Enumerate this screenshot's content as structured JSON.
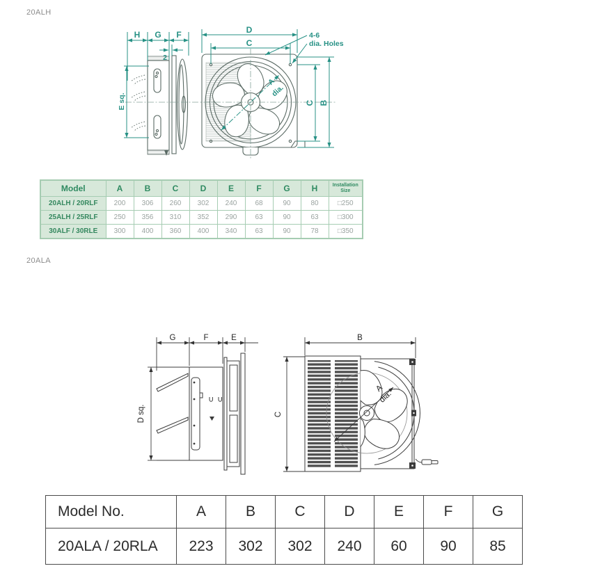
{
  "labels": {
    "section1": "20ALH",
    "section2": "20ALA"
  },
  "colors": {
    "dim_teal": "#279185",
    "drawing_gray": "#5a6a64",
    "drawing_black": "#3b3b3b",
    "table1_border": "#a6ccb2",
    "table1_header_bg": "#d7e8da",
    "table1_header_text": "#2f8a61",
    "table1_number_text": "#9aa3a0",
    "table2_border": "#4a4a4a"
  },
  "diagram1": {
    "dim_h": "H",
    "dim_g": "G",
    "dim_f": "F",
    "dim_2": "2",
    "dim_d": "D",
    "dim_c_top": "C",
    "holes_note_line1": "4-6",
    "holes_note_line2": "dia. Holes",
    "dim_e": "E sq.",
    "dim_a": "A",
    "dim_a_dia": "dia.",
    "dim_c_right": "C",
    "dim_b": "B"
  },
  "diagram2": {
    "dim_g": "G",
    "dim_f": "F",
    "dim_e": "E",
    "dim_d": "D sq.",
    "dim_b": "B",
    "dim_c": "C",
    "dim_a": "A",
    "dim_a_dia": "dia."
  },
  "table1": {
    "headers": [
      "Model",
      "A",
      "B",
      "C",
      "D",
      "E",
      "F",
      "G",
      "H",
      "Installation Size"
    ],
    "rows": [
      {
        "model": "20ALH / 20RLF",
        "values": [
          "200",
          "306",
          "260",
          "302",
          "240",
          "68",
          "90",
          "80",
          "□250"
        ]
      },
      {
        "model": "25ALH / 25RLF",
        "values": [
          "250",
          "356",
          "310",
          "352",
          "290",
          "63",
          "90",
          "63",
          "□300"
        ]
      },
      {
        "model": "30ALF / 30RLE",
        "values": [
          "300",
          "400",
          "360",
          "400",
          "340",
          "63",
          "90",
          "78",
          "□350"
        ]
      }
    ]
  },
  "table2": {
    "headers": [
      "Model No.",
      "A",
      "B",
      "C",
      "D",
      "E",
      "F",
      "G"
    ],
    "rows": [
      {
        "model": "20ALA / 20RLA",
        "values": [
          "223",
          "302",
          "302",
          "240",
          "60",
          "90",
          "85"
        ]
      }
    ]
  }
}
